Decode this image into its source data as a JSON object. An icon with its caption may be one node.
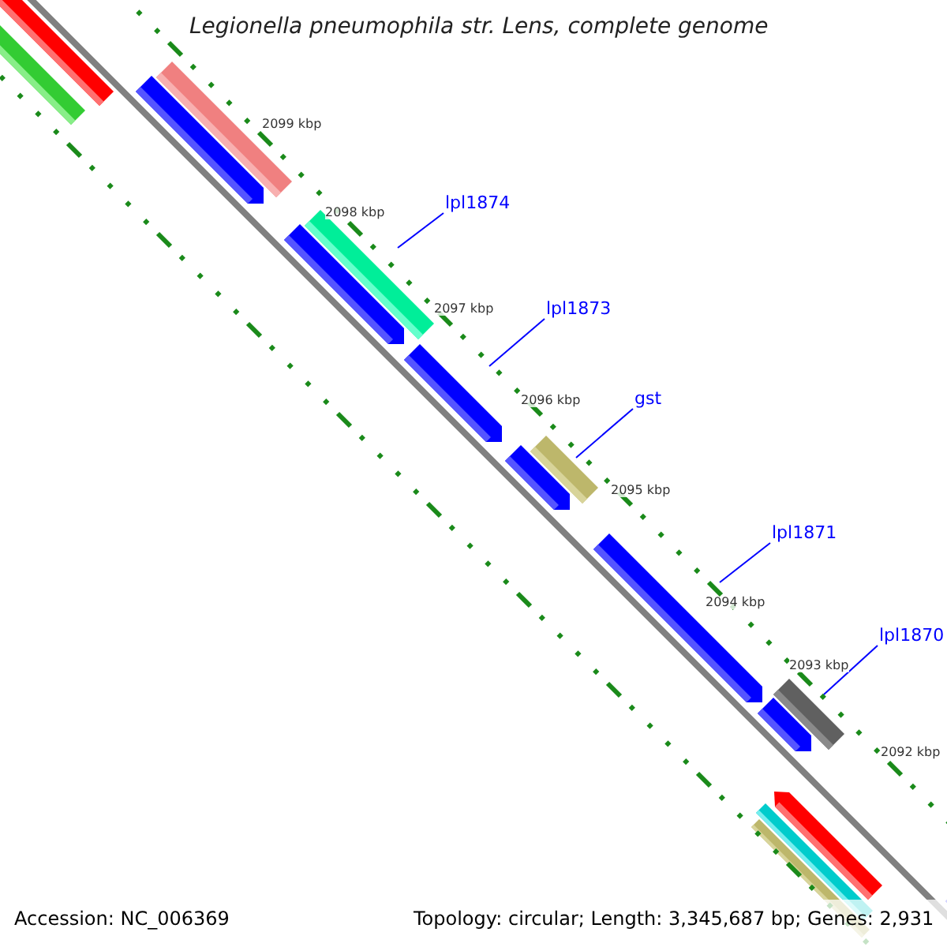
{
  "diagram": {
    "title": "Legionella pneumophila str. Lens, complete genome",
    "nodes": [
      {
        "text": [
          "lpl1874"
        ]
      },
      {
        "text": [
          "lpl1873"
        ]
      },
      {
        "text": [
          "gst"
        ]
      },
      {
        "text": [
          "lpl1871"
        ]
      },
      {
        "text": [
          "lpl1870"
        ]
      }
    ],
    "edges": [
      {
        "from": 0,
        "to": null,
        "arrow": "none"
      },
      {
        "from": 1,
        "to": null,
        "arrow": "none"
      },
      {
        "from": 2,
        "to": null,
        "arrow": "none"
      },
      {
        "from": 3,
        "to": null,
        "arrow": "none"
      },
      {
        "from": 4,
        "to": null,
        "arrow": "none"
      }
    ],
    "labels": [
      "2099 kbp",
      "2098 kbp",
      "2097 kbp",
      "2096 kbp",
      "2095 kbp",
      "2094 kbp",
      "2093 kbp",
      "2092 kbp",
      "Accession: NC_006369",
      "Topology: circular; Length: 3,345,687 bp; Genes: 2,931"
    ]
  }
}
